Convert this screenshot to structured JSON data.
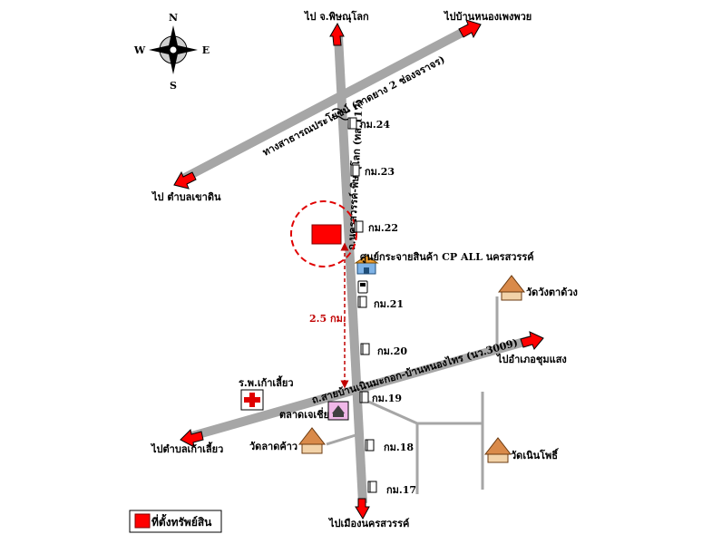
{
  "compass": {
    "n": "N",
    "s": "S",
    "e": "E",
    "w": "W"
  },
  "labels": {
    "to_phitsanulok": "ไป จ.พิษณุโลก",
    "to_ban_nong_phong_phai": "ไปบ้านหนองเพงพวย",
    "to_tambon_khao_din": "ไป ตำบลเขาดิน",
    "to_amphoe_chum_saeng": "ไปอำเภอชุมแสง",
    "to_tambon_kao_liao": "ไปตำบลเก้าเลี้ยว",
    "to_mueang_nakhon_sawan": "ไปเมืองนครสวรรค์",
    "road_public": "ทางสาธารณประโยชน์ (ลาดยาง 2 ช่องจราจร)",
    "road_highway": "ถ.นครสวรรค์-พิษณุโลก (ทล.117)",
    "road_local": "ถ.สายบ้านเนินมะกอก-บ้านหนองไทร (นว.3009)",
    "cp_all": "ศูนย์กระจายสินค้า CP ALL นครสวรรค์",
    "hospital": "ร.พ.เก้าเลี้ยว",
    "market": "ตลาดเจเชี่ย",
    "wat_lad_kao": "วัดลาดค้าว",
    "wat_wang_ta_duang": "วัดวังตาด้วง",
    "wat_noen_pho": "วัดเนินโพธิ์",
    "distance": "2.5 กม."
  },
  "km_markers": [
    "กม.24",
    "กม.23",
    "กม.22",
    "กม.21",
    "กม.20",
    "กม.19",
    "กม.18",
    "กม.17"
  ],
  "legend": {
    "label": "ที่ตั้งทรัพย์สิน"
  },
  "colors": {
    "road": "#a6a6a6",
    "arrow": "#ff0000",
    "property": "#ff0000",
    "circle": "#e00000",
    "distance": "#c00000"
  }
}
